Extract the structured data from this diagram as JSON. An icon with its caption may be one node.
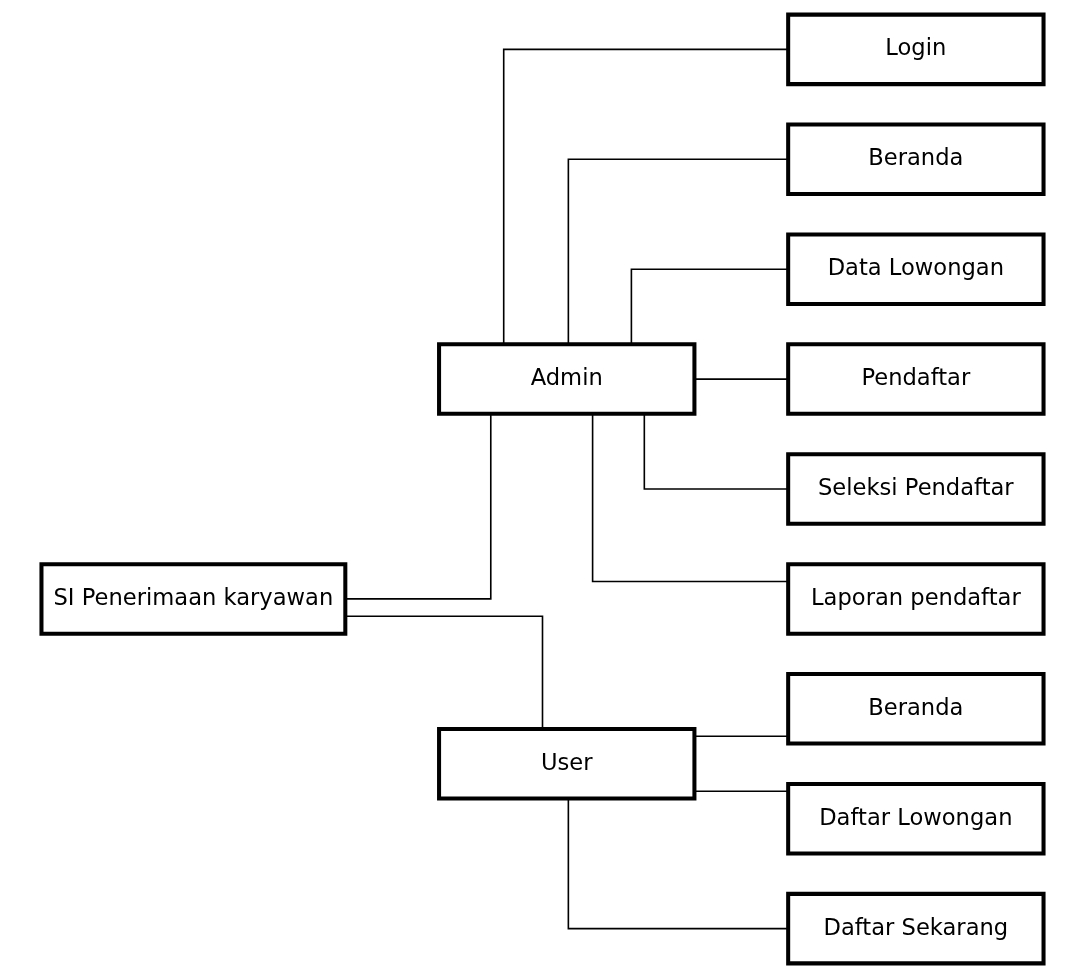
{
  "diagram": {
    "nodes": [
      {
        "text": [
          "SI Penerimaan karyawan"
        ]
      },
      {
        "text": [
          "Admin"
        ]
      },
      {
        "text": [
          "User"
        ]
      },
      {
        "text": [
          "Login"
        ]
      },
      {
        "text": [
          "Beranda"
        ]
      },
      {
        "text": [
          "Data Lowongan"
        ]
      },
      {
        "text": [
          "Pendaftar"
        ]
      },
      {
        "text": [
          "Seleksi Pendaftar"
        ]
      },
      {
        "text": [
          "Laporan pendaftar"
        ]
      },
      {
        "text": [
          "Beranda"
        ]
      },
      {
        "text": [
          "Daftar Lowongan"
        ]
      },
      {
        "text": [
          "Daftar Sekarang"
        ]
      }
    ],
    "edges": [
      {
        "from": 0,
        "to": 1,
        "arrow": "none"
      },
      {
        "from": 0,
        "to": 2,
        "arrow": "none"
      },
      {
        "from": 1,
        "to": 3,
        "arrow": "none"
      },
      {
        "from": 1,
        "to": 4,
        "arrow": "none"
      },
      {
        "from": 1,
        "to": 5,
        "arrow": "none"
      },
      {
        "from": 1,
        "to": 6,
        "arrow": "none"
      },
      {
        "from": 1,
        "to": 7,
        "arrow": "none"
      },
      {
        "from": 1,
        "to": 8,
        "arrow": "none"
      },
      {
        "from": 2,
        "to": 9,
        "arrow": "none"
      },
      {
        "from": 2,
        "to": 10,
        "arrow": "none"
      },
      {
        "from": 2,
        "to": 11,
        "arrow": "none"
      }
    ]
  }
}
